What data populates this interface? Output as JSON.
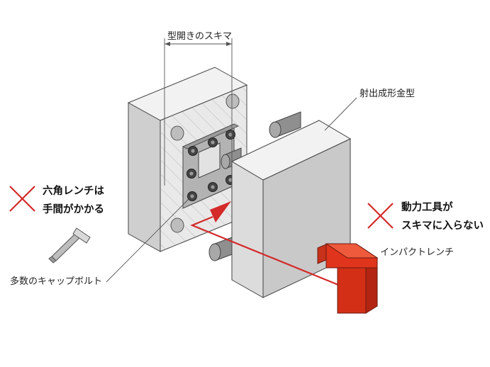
{
  "labels": {
    "mold_gap": "型開きのスキマ",
    "injection_mold": "射出成形金型",
    "many_cap_bolts": "多数のキャップボルト",
    "impact_wrench": "インパクトレンチ"
  },
  "left_note": {
    "line1": "六角レンチは",
    "line2": "手間がかかる"
  },
  "right_note": {
    "line1": "動力工具が",
    "line2": "スキマに入らない"
  },
  "icons": {
    "left_mark": "cross-mark-icon",
    "right_mark": "cross-mark-icon",
    "hex_key": "hex-key-icon"
  },
  "colors": {
    "accent_red": "#d42a2a",
    "tool_red": "#e0341c",
    "mold_light": "#eeeeee",
    "mold_side": "#cfcfcf",
    "mold_dark": "#bdbdbd"
  }
}
